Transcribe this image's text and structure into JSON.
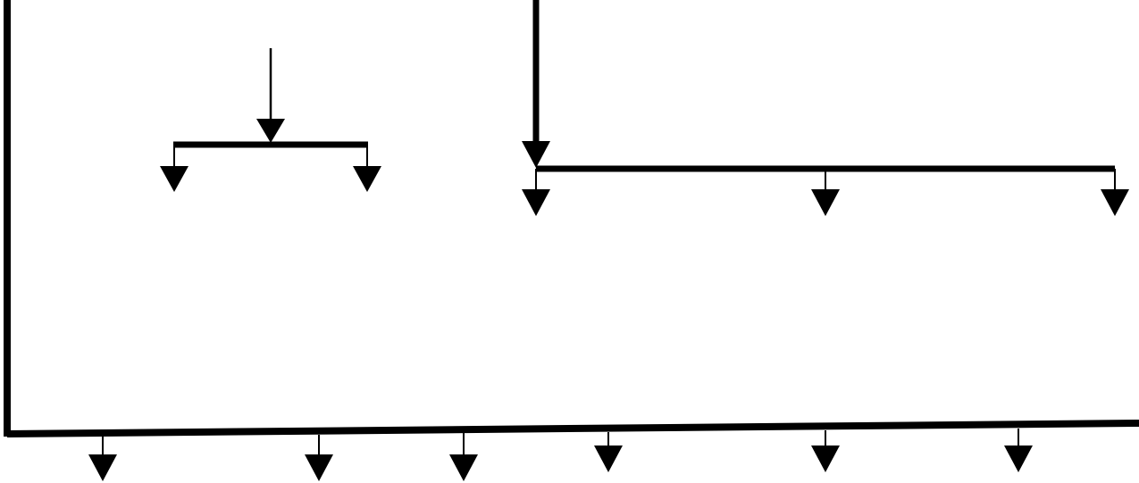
{
  "diagram": {
    "type": "branching-arrow-diagram",
    "line_color": "#000000",
    "background_color": "#ffffff",
    "groups": [
      {
        "name": "left-split",
        "branch_count": 2
      },
      {
        "name": "right-split",
        "branch_count": 3
      },
      {
        "name": "bottom-rail",
        "branch_count": 6
      }
    ],
    "labels": []
  }
}
